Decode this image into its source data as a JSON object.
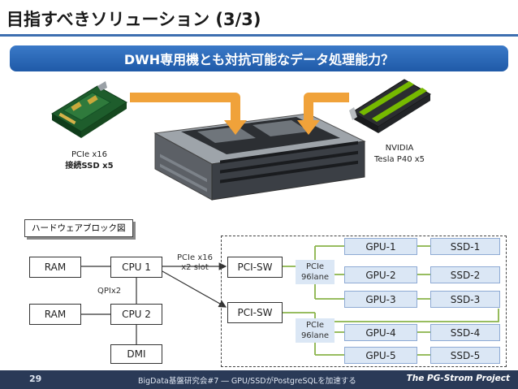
{
  "title": "目指すべきソリューション (3/3)",
  "banner": "DWH専用機とも対抗可能なデータ処理能力？",
  "left_caption": {
    "line1": "PCIe x16",
    "line2": "接続SSD x5"
  },
  "right_caption": {
    "line1": "NVIDIA",
    "line2": "Tesla P40 x5"
  },
  "hw_label": "ハードウェアブロック図",
  "ram1": "RAM",
  "ram2": "RAM",
  "cpu1": "CPU 1",
  "cpu2": "CPU 2",
  "qpi": "QPIx2",
  "dmi": "DMI",
  "pcie_slot": {
    "line1": "PCIe x16",
    "line2": "x2 slot"
  },
  "pcisw1": "PCI-SW",
  "pcisw2": "PCI-SW",
  "lane1": {
    "line1": "PCIe",
    "line2": "96lane"
  },
  "lane2": {
    "line1": "PCIe",
    "line2": "96lane"
  },
  "gpus": [
    "GPU-1",
    "GPU-2",
    "GPU-3",
    "GPU-4",
    "GPU-5"
  ],
  "ssds": [
    "SSD-1",
    "SSD-2",
    "SSD-3",
    "SSD-4",
    "SSD-5"
  ],
  "footer": {
    "page": "29",
    "text": "BigData基盤研究会#7 ― GPU/SSDがPostgreSQLを加速する",
    "brand": "The PG-Strom Project"
  },
  "colors": {
    "banner": "#2c6ab8",
    "accent_arrow": "#f0a23a",
    "box_fill": "#dbe7f5",
    "wire_green": "#8ab44a",
    "footer": "#2a3a57"
  }
}
